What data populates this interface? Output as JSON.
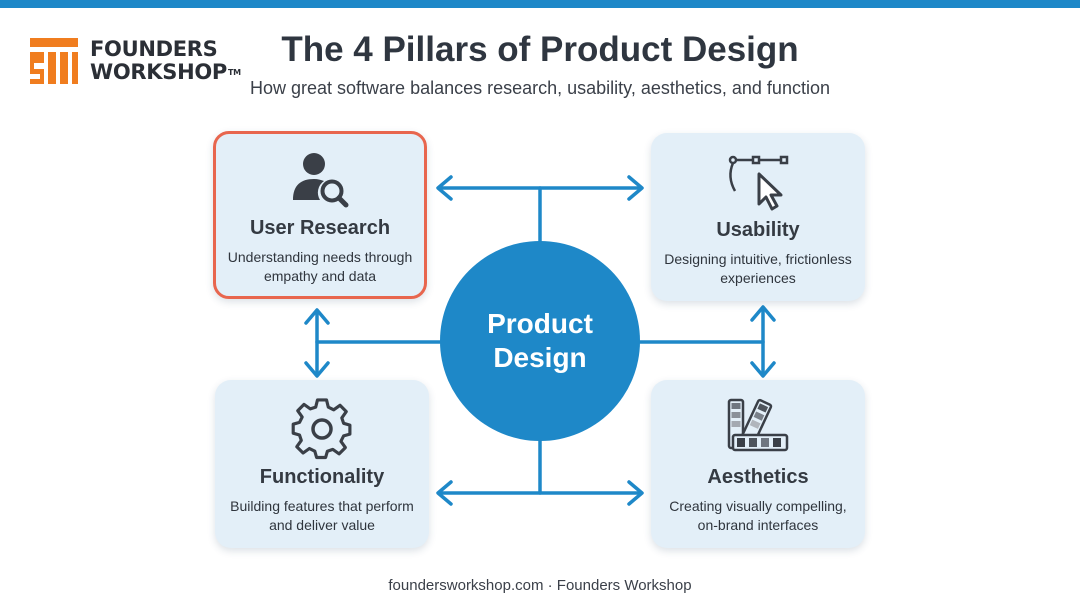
{
  "logo": {
    "line1": "FOUNDERS",
    "line2": "WORKSHOP",
    "trademark": "TM"
  },
  "header": {
    "title": "The 4 Pillars of Product Design",
    "subtitle": "How great software balances research, usability, aesthetics, and function"
  },
  "center": {
    "label": "Product Design"
  },
  "pillars": [
    {
      "icon": "user-search-icon",
      "title": "User Research",
      "description": "Understanding needs through empathy and data",
      "highlighted": true
    },
    {
      "icon": "bezier-cursor-icon",
      "title": "Usability",
      "description": "Designing intuitive, frictionless experiences",
      "highlighted": false
    },
    {
      "icon": "gear-icon",
      "title": "Functionality",
      "description": "Building features that perform and deliver value",
      "highlighted": false
    },
    {
      "icon": "color-swatches-icon",
      "title": "Aesthetics",
      "description": "Creating visually compelling, on-brand interfaces",
      "highlighted": false
    }
  ],
  "footer": {
    "text": "foundersworkshop.com · Founders Workshop"
  },
  "colors": {
    "accent": "#1e88c8",
    "highlight": "#e8664e",
    "logo": "#f07d1f",
    "card": "#e3eff8",
    "text": "#343a42"
  }
}
